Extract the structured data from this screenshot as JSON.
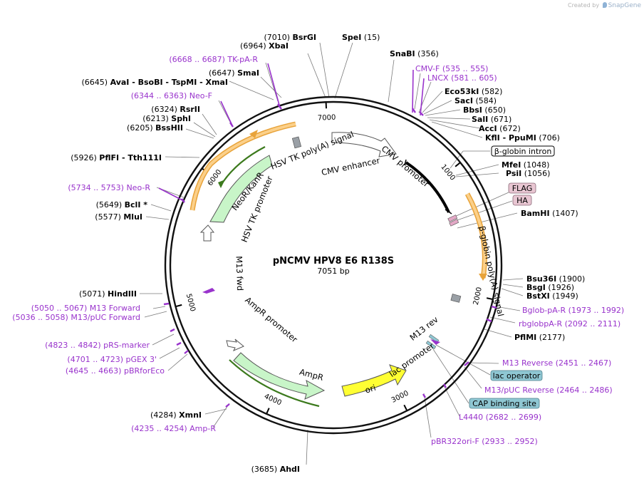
{
  "credit": {
    "prefix": "Created by",
    "brand": "SnapGene"
  },
  "plasmid": {
    "name": "pNCMV HPV8 E6 R138S",
    "size": "7051 bp",
    "length": 7051
  },
  "ticks": [
    "1000",
    "2000",
    "3000",
    "4000",
    "5000",
    "6000",
    "7000"
  ],
  "enzymes": [
    {
      "id": "bsrgi",
      "name": "BsrGI",
      "pos": "(7010)"
    },
    {
      "id": "spei",
      "name": "SpeI",
      "pos": "(15)"
    },
    {
      "id": "xbai",
      "name": "XbaI",
      "pos": "(6964)"
    },
    {
      "id": "snabi",
      "name": "SnaBI",
      "pos": "(356)"
    },
    {
      "id": "smai",
      "name": "SmaI",
      "pos": "(6647)"
    },
    {
      "id": "avai",
      "name": "AvaI",
      "pos": "(6645)",
      "extra": " - BsoBI - TspMI - XmaI"
    },
    {
      "id": "eco53ki",
      "name": "Eco53kI",
      "pos": "(582)"
    },
    {
      "id": "saci",
      "name": "SacI",
      "pos": "(584)"
    },
    {
      "id": "bbsi",
      "name": "BbsI",
      "pos": "(650)"
    },
    {
      "id": "sali",
      "name": "SalI",
      "pos": "(671)"
    },
    {
      "id": "acci",
      "name": "AccI",
      "pos": "(672)"
    },
    {
      "id": "kfli",
      "name": "KflI - PpuMI",
      "pos": "(706)"
    },
    {
      "id": "rsrii",
      "name": "RsrII",
      "pos": "(6324)"
    },
    {
      "id": "sphi",
      "name": "SphI",
      "pos": "(6213)"
    },
    {
      "id": "bsshii",
      "name": "BssHII",
      "pos": "(6205)"
    },
    {
      "id": "pflfi",
      "name": "PflFI - Tth111I",
      "pos": "(5926)"
    },
    {
      "id": "mfei",
      "name": "MfeI",
      "pos": "(1048)"
    },
    {
      "id": "psii",
      "name": "PsiI",
      "pos": "(1056)"
    },
    {
      "id": "bcli",
      "name": "BclI *",
      "pos": "(5649)"
    },
    {
      "id": "mlui",
      "name": "MluI",
      "pos": "(5577)"
    },
    {
      "id": "bamhi",
      "name": "BamHI",
      "pos": "(1407)"
    },
    {
      "id": "bsu36i",
      "name": "Bsu36I",
      "pos": "(1900)"
    },
    {
      "id": "bsgi",
      "name": "BsgI",
      "pos": "(1926)"
    },
    {
      "id": "bstxi",
      "name": "BstXI",
      "pos": "(1949)"
    },
    {
      "id": "hindiii",
      "name": "HindIII",
      "pos": "(5071)"
    },
    {
      "id": "pflmi",
      "name": "PflMI",
      "pos": "(2177)"
    },
    {
      "id": "xmni",
      "name": "XmnI",
      "pos": "(4284)"
    },
    {
      "id": "ahdi",
      "name": "AhdI",
      "pos": "(3685)"
    }
  ],
  "primers": [
    {
      "id": "tkpa",
      "pos": "(6668 .. 6687)",
      "name": "TK-pA-R"
    },
    {
      "id": "cmvf",
      "name": "CMV-F",
      "pos": "(535 .. 555)"
    },
    {
      "id": "lncx",
      "name": "LNCX",
      "pos": "(581 .. 605)"
    },
    {
      "id": "neof",
      "pos": "(6344 .. 6363)",
      "name": "Neo-F"
    },
    {
      "id": "neor",
      "pos": "(5734 .. 5753)",
      "name": "Neo-R"
    },
    {
      "id": "bglob",
      "name": "Bglob-pA-R",
      "pos": "(1973 .. 1992)"
    },
    {
      "id": "rbglob",
      "name": "rbglobpA-R",
      "pos": "(2092 .. 2111)"
    },
    {
      "id": "m13fwd",
      "pos": "(5050 .. 5067)",
      "name": "M13 Forward"
    },
    {
      "id": "m13puc",
      "pos": "(5036 .. 5058)",
      "name": "M13/pUC Forward"
    },
    {
      "id": "prsm",
      "pos": "(4823 .. 4842)",
      "name": "pRS-marker"
    },
    {
      "id": "pgex",
      "pos": "(4701 .. 4723)",
      "name": "pGEX 3'"
    },
    {
      "id": "pbrfor",
      "pos": "(4645 .. 4663)",
      "name": "pBRforEco"
    },
    {
      "id": "m13rev",
      "name": "M13 Reverse",
      "pos": "(2451 .. 2467)"
    },
    {
      "id": "m13pucrev",
      "name": "M13/pUC Reverse",
      "pos": "(2464 .. 2486)"
    },
    {
      "id": "ampr",
      "pos": "(4235 .. 4254)",
      "name": "Amp-R"
    },
    {
      "id": "l4440",
      "name": "L4440",
      "pos": "(2682 .. 2699)"
    },
    {
      "id": "pbr322",
      "name": "pBR322ori-F",
      "pos": "(2933 .. 2952)"
    }
  ],
  "boxes": [
    {
      "id": "bglobin",
      "text": "β-globin intron",
      "fill": "#ffffff"
    },
    {
      "id": "flag",
      "text": "FLAG",
      "fill": "#e8c6d2"
    },
    {
      "id": "ha",
      "text": "HA",
      "fill": "#e8c6d2"
    },
    {
      "id": "lacop",
      "text": "lac operator",
      "fill": "#8fc7d3"
    },
    {
      "id": "cap",
      "text": "CAP binding site",
      "fill": "#8fc7d3"
    }
  ],
  "features": [
    {
      "id": "hsvtk_pa",
      "text": "HSV TK poly(A) signal"
    },
    {
      "id": "cmv_enh",
      "text": "CMV enhancer"
    },
    {
      "id": "cmv_prom",
      "text": "CMV promoter"
    },
    {
      "id": "bglobin_pa",
      "text": "β-globin poly(A) signal"
    },
    {
      "id": "neokan",
      "text": "NeoR/KanR"
    },
    {
      "id": "hsvtk_prom",
      "text": "HSV TK promoter"
    },
    {
      "id": "m13fwd_f",
      "text": "M13 fwd"
    },
    {
      "id": "m13rev_f",
      "text": "M13 rev"
    },
    {
      "id": "lacprom",
      "text": "lac promoter"
    },
    {
      "id": "ampr_prom",
      "text": "AmpR promoter"
    },
    {
      "id": "ampr_f",
      "text": "AmpR"
    },
    {
      "id": "ori",
      "text": "ori"
    }
  ],
  "colors": {
    "primer": "#9933cc",
    "cds_orange": "#f5a623",
    "cds_green": "#c8f5c8",
    "ori": "#ffff00",
    "promoter": "#ffffff",
    "polyA": "#9aa0a6"
  }
}
